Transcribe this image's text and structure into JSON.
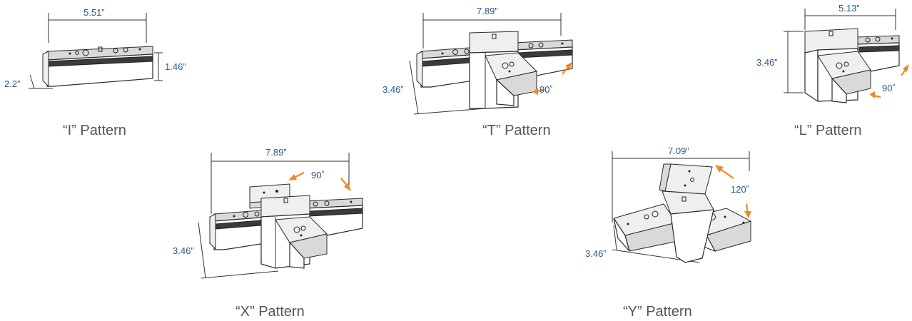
{
  "patterns": {
    "i": {
      "caption": "“I” Pattern",
      "width": "5.51”",
      "height": "1.46”",
      "depth": "2.2”"
    },
    "t": {
      "caption": "“T” Pattern",
      "width": "7.89”",
      "height": "3.46”",
      "angle": "90˚"
    },
    "l": {
      "caption": "“L” Pattern",
      "width": "5.13”",
      "height": "3.46”",
      "angle": "90˚"
    },
    "x": {
      "caption": "“X” Pattern",
      "width": "7.89”",
      "height": "3.46”",
      "angle": "90˚"
    },
    "y": {
      "caption": "“Y” Pattern",
      "width": "7.09”",
      "height": "3.46”",
      "angle": "120˚"
    }
  },
  "colors": {
    "dimension_text": "#2a5a8c",
    "angle_arrow": "#f08a24",
    "caption_text": "#555555"
  }
}
